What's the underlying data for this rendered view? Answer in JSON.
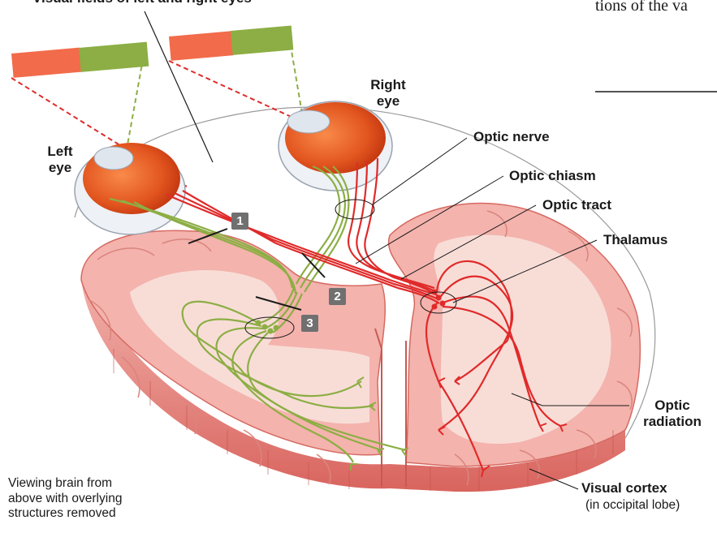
{
  "top_clipped_text": "Visual fields of left and right eyes",
  "right_clipped_text": "tions of the va",
  "labels": {
    "left_eye_1": "Left",
    "left_eye_2": "eye",
    "right_eye_1": "Right",
    "right_eye_2": "eye",
    "optic_nerve": "Optic nerve",
    "optic_chiasm": "Optic chiasm",
    "optic_tract": "Optic tract",
    "thalamus": "Thalamus",
    "optic_radiation_1": "Optic",
    "optic_radiation_2": "radiation",
    "visual_cortex_1": "Visual cortex",
    "visual_cortex_2": "(in occipital lobe)"
  },
  "markers": [
    "1",
    "2",
    "3"
  ],
  "caption": {
    "line1": "Viewing brain from",
    "line2": "above with overlying",
    "line3": "structures removed"
  },
  "colors": {
    "left_visual_field": "#f26b4a",
    "right_visual_field": "#8cae44",
    "brain_tissue": "#f4b3ad",
    "brain_cut_surface": "#f7d9d3",
    "green_pathway": "#8cae44",
    "red_pathway": "#e02a2a",
    "marker_badge": "#707070"
  }
}
